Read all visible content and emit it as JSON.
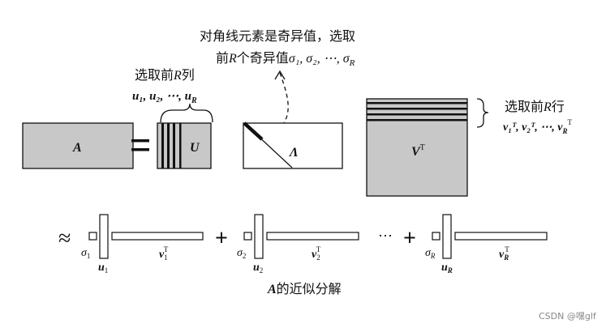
{
  "colors": {
    "fill": "#c8c8c8",
    "stroke": "#111111",
    "text": "#111111",
    "watermark": "#888888"
  },
  "top_annotation": {
    "line1": "对角线元素是奇异值，选取",
    "line2_prefix": "前",
    "line2_R": "R",
    "line2_mid": "个奇异值",
    "line2_vals": "σ₁, σ₂, ⋯, σ",
    "line2_sub": "R"
  },
  "u_annotation": {
    "label_prefix": "选取前",
    "label_R": "R",
    "label_suffix": "列",
    "vectors": "u₁, u₂, ⋯, u",
    "vectors_sub": "R"
  },
  "v_annotation": {
    "brace": "}",
    "label_prefix": "选取前",
    "label_R": "R",
    "label_suffix": "行",
    "vectors": "v₁ᵀ, v₂ᵀ, ⋯, v",
    "vectors_sub": "R",
    "vectors_sup": "T"
  },
  "matrices": {
    "A": "A",
    "equals": "=",
    "U": "U",
    "Lambda": "Λ",
    "VT": "V",
    "VT_sup": "T"
  },
  "approx": {
    "symbol": "≈",
    "plus": "+",
    "dots": "⋯",
    "terms": [
      {
        "sigma": "σ",
        "sigma_sub": "1",
        "u": "u",
        "u_sub": "1",
        "v": "v",
        "v_sub": "1",
        "v_sup": "T"
      },
      {
        "sigma": "σ",
        "sigma_sub": "2",
        "u": "u",
        "u_sub": "2",
        "v": "v",
        "v_sub": "2",
        "v_sup": "T"
      },
      {
        "sigma": "σ",
        "sigma_sub": "R",
        "u": "u",
        "u_sub": "R",
        "v": "v",
        "v_sub": "R",
        "v_sup": "T"
      }
    ]
  },
  "caption": {
    "A": "A",
    "text": "的近似分解"
  },
  "watermark": "CSDN @嘿glf"
}
